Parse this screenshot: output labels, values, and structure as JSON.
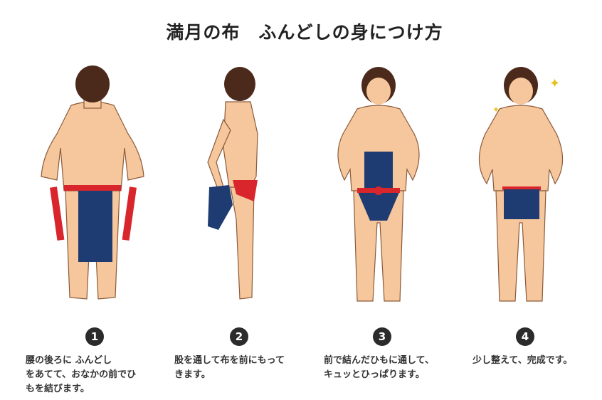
{
  "title": "満月の布　ふんどしの身につけ方",
  "colors": {
    "skin": "#f6c79c",
    "hair": "#4b2a1c",
    "cloth": "#1f3c72",
    "tie": "#d8262c",
    "outline": "#8a5a3a"
  },
  "steps": [
    {
      "number": "1",
      "lines": [
        "腰の後ろに ふんどし",
        "をあてて、おなかの前でひ",
        "もを結びます。"
      ]
    },
    {
      "number": "2",
      "lines": [
        "股を通して布を前にもって",
        "きます。"
      ]
    },
    {
      "number": "3",
      "lines": [
        "前で結んだひもに通して、",
        "キュッとひっぱります。"
      ]
    },
    {
      "number": "4",
      "lines": [
        "少し整えて、完成です。"
      ]
    }
  ]
}
